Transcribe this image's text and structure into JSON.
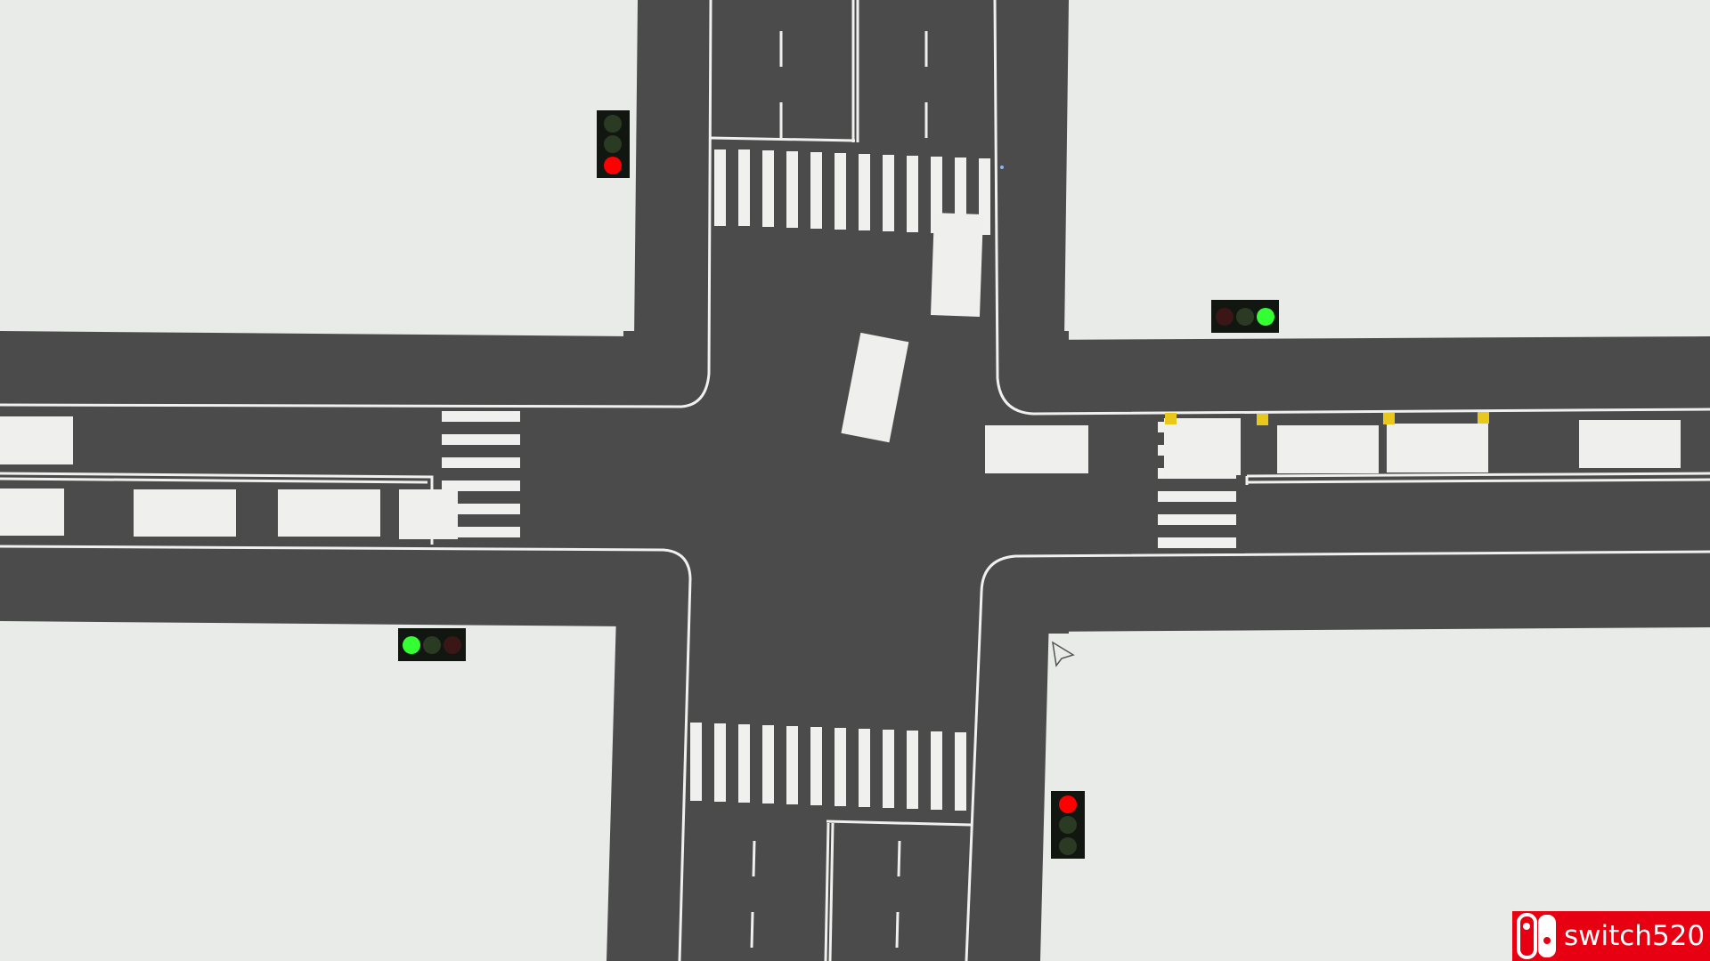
{
  "scene": {
    "type": "traffic-intersection",
    "colors": {
      "background": "#e9ebe9",
      "road": "#4a4b4a",
      "marking": "#f0f0ee",
      "signal_housing": "#111611",
      "red_on": "#ff0000",
      "green_on": "#33ff33",
      "light_off": "#2b3a22",
      "red_off": "#3a1616",
      "sensor": "#e8c81a"
    },
    "traffic_lights": [
      {
        "id": "north-west",
        "orientation": "vertical",
        "active": "red"
      },
      {
        "id": "east-north",
        "orientation": "horizontal",
        "active": "green"
      },
      {
        "id": "west-south",
        "orientation": "horizontal",
        "active": "green"
      },
      {
        "id": "south-east",
        "orientation": "vertical",
        "active": "red"
      }
    ],
    "vehicles": [
      {
        "id": "turning-vehicle",
        "state": "turning"
      },
      {
        "id": "north-queue-vehicle",
        "state": "stopped"
      },
      {
        "id": "east-approach-vehicle",
        "state": "waiting"
      },
      {
        "id": "east-lane-vehicle-1",
        "state": "waiting"
      },
      {
        "id": "east-lane-vehicle-2",
        "state": "waiting"
      },
      {
        "id": "east-lane-vehicle-3",
        "state": "waiting"
      },
      {
        "id": "east-lane-vehicle-4",
        "state": "moving"
      },
      {
        "id": "west-lane-vehicle-1",
        "state": "moving"
      },
      {
        "id": "west-lane-vehicle-2",
        "state": "moving"
      },
      {
        "id": "west-lane-vehicle-3",
        "state": "moving"
      },
      {
        "id": "west-lane-vehicle-4",
        "state": "moving"
      },
      {
        "id": "west-lane-vehicle-5",
        "state": "moving"
      }
    ],
    "cursor_icon": "pointer-cursor-icon"
  },
  "watermark": {
    "logo_icon": "nintendo-switch-logo-icon",
    "text": "switch520"
  }
}
